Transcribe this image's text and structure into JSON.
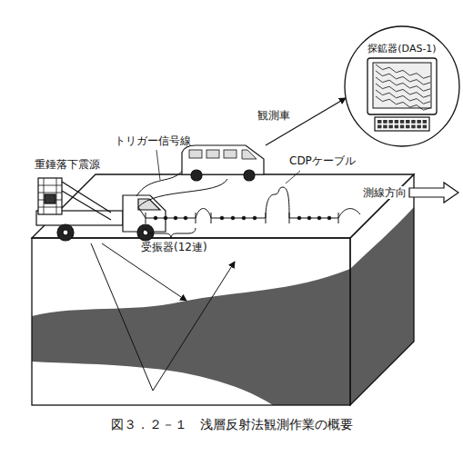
{
  "diagram": {
    "caption": "図３．２－１　浅層反射法観測作業の概要",
    "nodes": [
      {
        "text": [
          "探鉱器(DAS-1)"
        ]
      }
    ],
    "labels": [
      "重錘落下震源",
      "トリガー信号線",
      "観測車",
      "CDPケーブル",
      "測線方向",
      "受振器(12連)"
    ]
  }
}
